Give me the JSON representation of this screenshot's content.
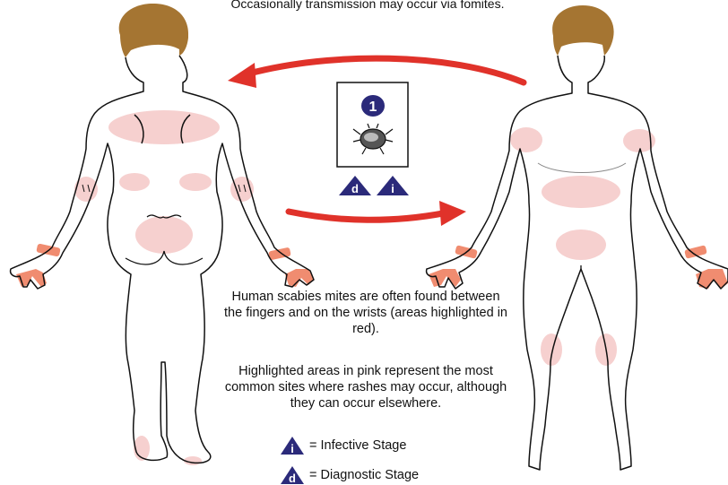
{
  "top_caption": "Occasionally transmission may occur via fomites.",
  "stage_number": "1",
  "badges": {
    "diagnostic_letter": "d",
    "infective_letter": "i"
  },
  "paragraph_1": "Human scabies mites are often found between the fingers and on the wrists (areas highlighted in red).",
  "paragraph_2": "Highlighted areas in pink represent the most common sites where rashes may occur, although they can occur elsewhere.",
  "legend": {
    "infective_letter": "i",
    "infective_label": "= Infective Stage",
    "diagnostic_letter": "d",
    "diagnostic_label": "= Diagnostic Stage"
  },
  "colors": {
    "hair": "#a57532",
    "arrow": "#e0322a",
    "rash_pink": "#f6d0cf",
    "wrist_red": "#f08c70",
    "badge_navy": "#2b2a7a",
    "outline": "#111111"
  }
}
